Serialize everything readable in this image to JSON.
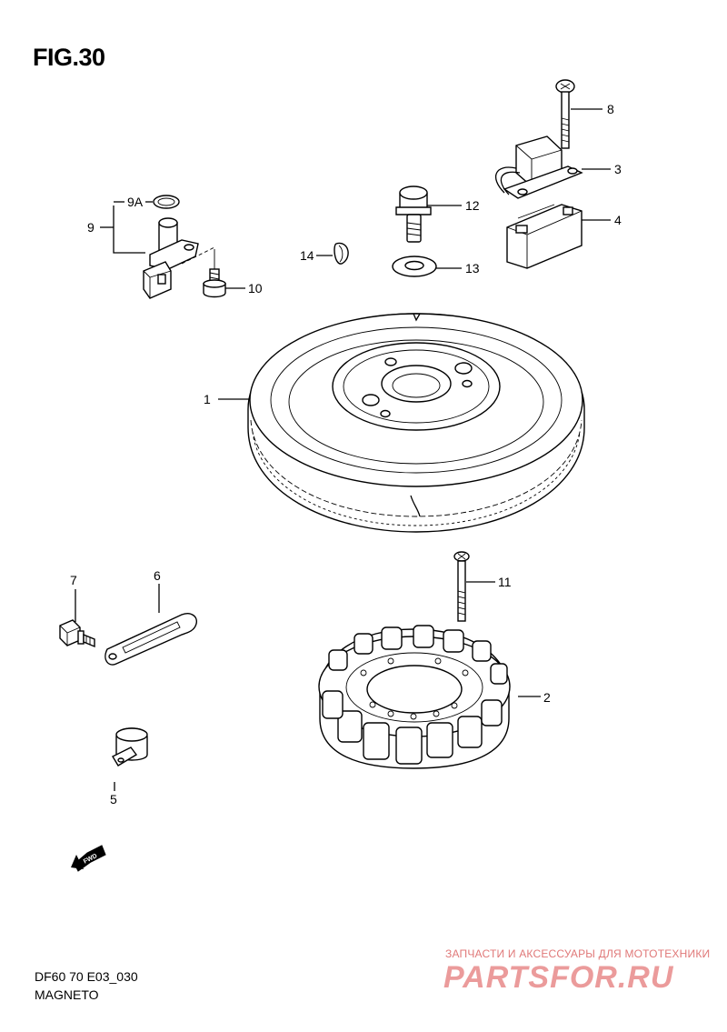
{
  "figure": {
    "title": "FIG.30",
    "model_code": "DF60 70 E03_030",
    "section_name": "MAGNETO"
  },
  "callouts": [
    {
      "id": "1",
      "text": "1"
    },
    {
      "id": "2",
      "text": "2"
    },
    {
      "id": "3",
      "text": "3"
    },
    {
      "id": "4",
      "text": "4"
    },
    {
      "id": "5",
      "text": "5"
    },
    {
      "id": "6",
      "text": "6"
    },
    {
      "id": "7",
      "text": "7"
    },
    {
      "id": "8",
      "text": "8"
    },
    {
      "id": "9",
      "text": "9"
    },
    {
      "id": "9A",
      "text": "9A"
    },
    {
      "id": "10",
      "text": "10"
    },
    {
      "id": "11",
      "text": "11"
    },
    {
      "id": "12",
      "text": "12"
    },
    {
      "id": "13",
      "text": "13"
    },
    {
      "id": "14",
      "text": "14"
    }
  ],
  "fwd_marker": {
    "text": "FWD"
  },
  "watermark": {
    "tagline": "ЗАПЧАСТИ И АКСЕССУАРЫ ДЛЯ МОТОТЕХНИКИ",
    "logo": "PARTSFOR.RU",
    "color": "#e07878"
  }
}
